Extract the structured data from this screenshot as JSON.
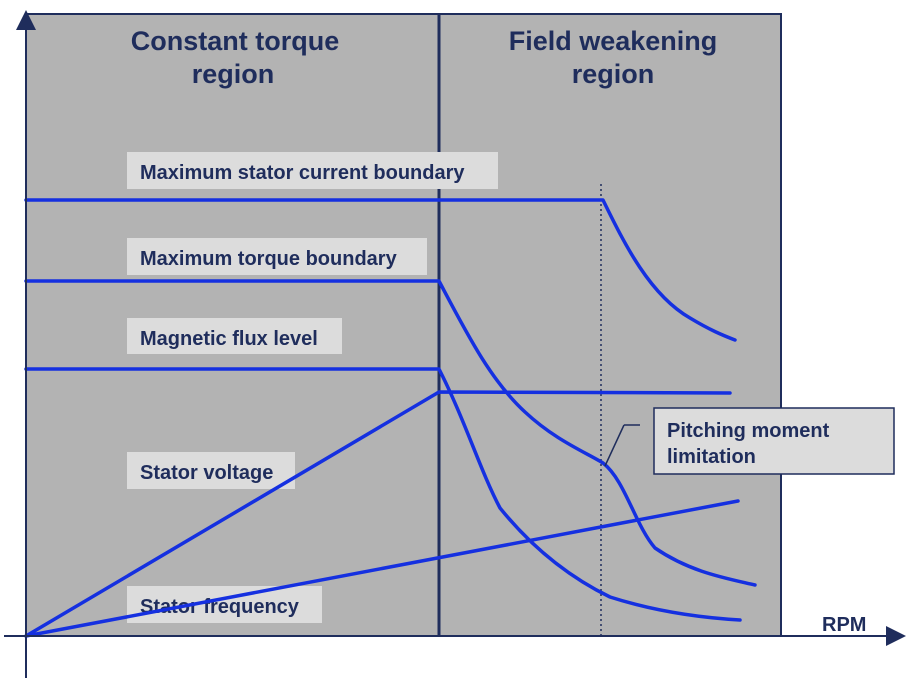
{
  "regions": {
    "constant_torque": {
      "line1": "Constant torque",
      "line2": "region"
    },
    "field_weakening": {
      "line1": "Field weakening",
      "line2": "region"
    }
  },
  "labels": {
    "max_stator_current": "Maximum stator current boundary",
    "max_torque": "Maximum torque boundary",
    "magnetic_flux": "Magnetic flux level",
    "stator_voltage": "Stator voltage",
    "stator_frequency": "Stator frequency",
    "pitching_moment_line1": "Pitching moment",
    "pitching_moment_line2": "limitation"
  },
  "axis": {
    "x_label": "RPM"
  },
  "colors": {
    "panel": "#b3b3b3",
    "curve": "#1530e0",
    "text": "#1f2d5c",
    "label_box": "#dcdcdc"
  }
}
